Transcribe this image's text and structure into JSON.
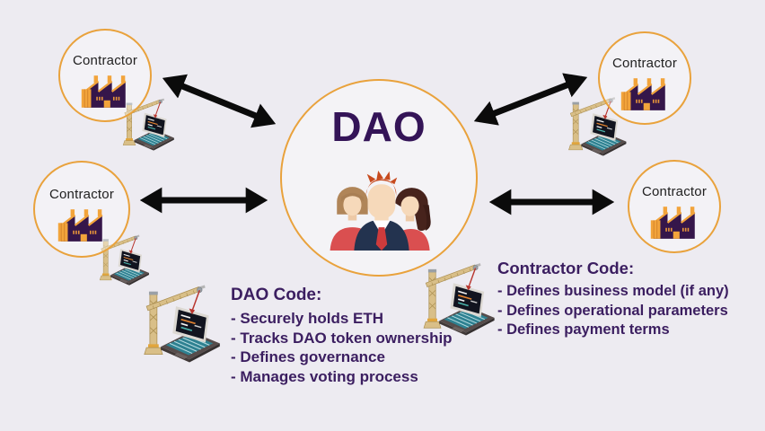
{
  "dao": {
    "title": "DAO",
    "icon": "people-group-icon"
  },
  "contractors": [
    {
      "position": "top-left",
      "label": "Contractor",
      "icon": "factory-icon"
    },
    {
      "position": "bottom-left",
      "label": "Contractor",
      "icon": "factory-icon"
    },
    {
      "position": "top-right",
      "label": "Contractor",
      "icon": "factory-icon"
    },
    {
      "position": "middle-right",
      "label": "Contractor",
      "icon": "factory-icon"
    }
  ],
  "connections": [
    {
      "from": "dao",
      "to": "contractor-top-left",
      "style": "double-headed-arrow"
    },
    {
      "from": "dao",
      "to": "contractor-bottom-left",
      "style": "double-headed-arrow"
    },
    {
      "from": "dao",
      "to": "contractor-top-right",
      "style": "double-headed-arrow"
    },
    {
      "from": "dao",
      "to": "contractor-middle-right",
      "style": "double-headed-arrow"
    }
  ],
  "dao_code": {
    "heading": "DAO Code:",
    "items": [
      "- Securely holds ETH",
      "- Tracks DAO token ownership",
      "- Defines governance",
      "- Manages voting process"
    ]
  },
  "contractor_code": {
    "heading": "Contractor Code:",
    "items": [
      "- Defines business model (if any)",
      "- Defines operational parameters",
      "- Defines payment terms"
    ]
  },
  "colors": {
    "background": "#edebf1",
    "circle_border": "#e9a23c",
    "dao_title": "#341457",
    "code_text": "#3b1e60",
    "arrow": "#0b0b0b",
    "factory_body": "#35164a",
    "factory_accent": "#f2a43b",
    "crane": "#d9bf88",
    "laptop_keyboard": "#2e8191"
  }
}
